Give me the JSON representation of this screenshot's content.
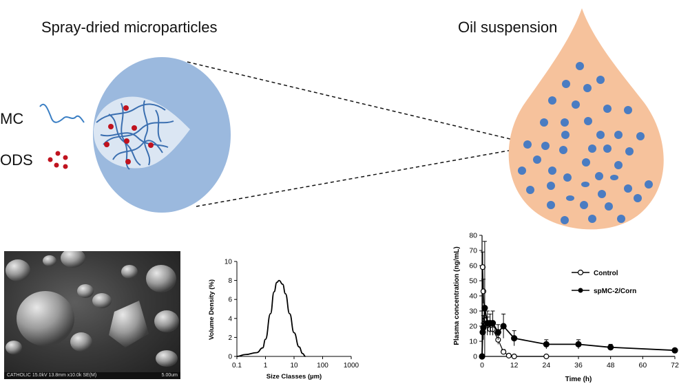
{
  "headings": {
    "left": "Spray-dried microparticles",
    "right": "Oil suspension"
  },
  "legend": {
    "mc_label": "MC",
    "ods_label": "ODS"
  },
  "sem_image": {
    "footer_left": "CATHOLIC 15.0kV 13.8mm x10.0k SE(M)",
    "footer_right": "5.00um"
  },
  "size_chart": {
    "ylabel": "Volume Density (%)",
    "xlabel": "Size Classes (µm)",
    "x_ticks": [
      "0.1",
      "1",
      "10",
      "100",
      "1000"
    ],
    "y_ticks": [
      "0",
      "2",
      "4",
      "6",
      "8",
      "10"
    ]
  },
  "pk_chart": {
    "ylabel": "Plasma concentration (ng/mL)",
    "xlabel": "Time (h)",
    "x_ticks": [
      "0",
      "12",
      "24",
      "36",
      "48",
      "60",
      "72"
    ],
    "y_ticks": [
      "0",
      "10",
      "20",
      "30",
      "40",
      "50",
      "60",
      "70",
      "80"
    ],
    "legend": [
      "Control",
      "spMC-2/Corn"
    ]
  },
  "chart_data": [
    {
      "type": "line",
      "xlabel": "Size Classes (µm)",
      "ylabel": "Volume Density (%)",
      "x_scale": "log",
      "xlim": [
        0.1,
        1000
      ],
      "ylim": [
        0,
        10
      ],
      "x": [
        0.1,
        0.2,
        0.5,
        0.8,
        1.0,
        1.5,
        2.0,
        2.5,
        3.0,
        4.0,
        5.0,
        7.0,
        10.0,
        15.0,
        20.0,
        25.0
      ],
      "values": [
        0.0,
        0.2,
        0.4,
        0.9,
        1.8,
        4.5,
        6.8,
        7.8,
        8.0,
        7.6,
        6.6,
        4.5,
        2.5,
        1.0,
        0.3,
        0.0
      ],
      "grid": false
    },
    {
      "type": "line",
      "xlabel": "Time (h)",
      "ylabel": "Plasma concentration (ng/mL)",
      "xlim": [
        0,
        72
      ],
      "ylim": [
        0,
        80
      ],
      "grid": false,
      "legend_position": "right",
      "series": [
        {
          "name": "Control",
          "marker": "open-circle",
          "x": [
            0,
            0.25,
            0.5,
            1,
            2,
            3,
            4,
            6,
            8,
            10,
            12,
            24
          ],
          "values": [
            0,
            59,
            43,
            24,
            21,
            18,
            18,
            11,
            3,
            0.5,
            0,
            0
          ],
          "errors": [
            0,
            10,
            8,
            6,
            5,
            4,
            4,
            3,
            1.5,
            0.5,
            0,
            0
          ]
        },
        {
          "name": "spMC-2/Corn",
          "marker": "filled-circle",
          "x": [
            0,
            0.25,
            0.5,
            1,
            2,
            3,
            4,
            6,
            8,
            12,
            24,
            36,
            48,
            72
          ],
          "values": [
            0,
            16,
            19,
            32,
            22,
            22,
            22,
            16,
            20,
            12,
            8,
            8,
            6,
            4
          ],
          "errors": [
            0,
            6,
            8,
            44,
            8,
            6,
            8,
            5,
            8,
            5,
            3,
            3,
            2,
            1
          ]
        }
      ]
    }
  ]
}
